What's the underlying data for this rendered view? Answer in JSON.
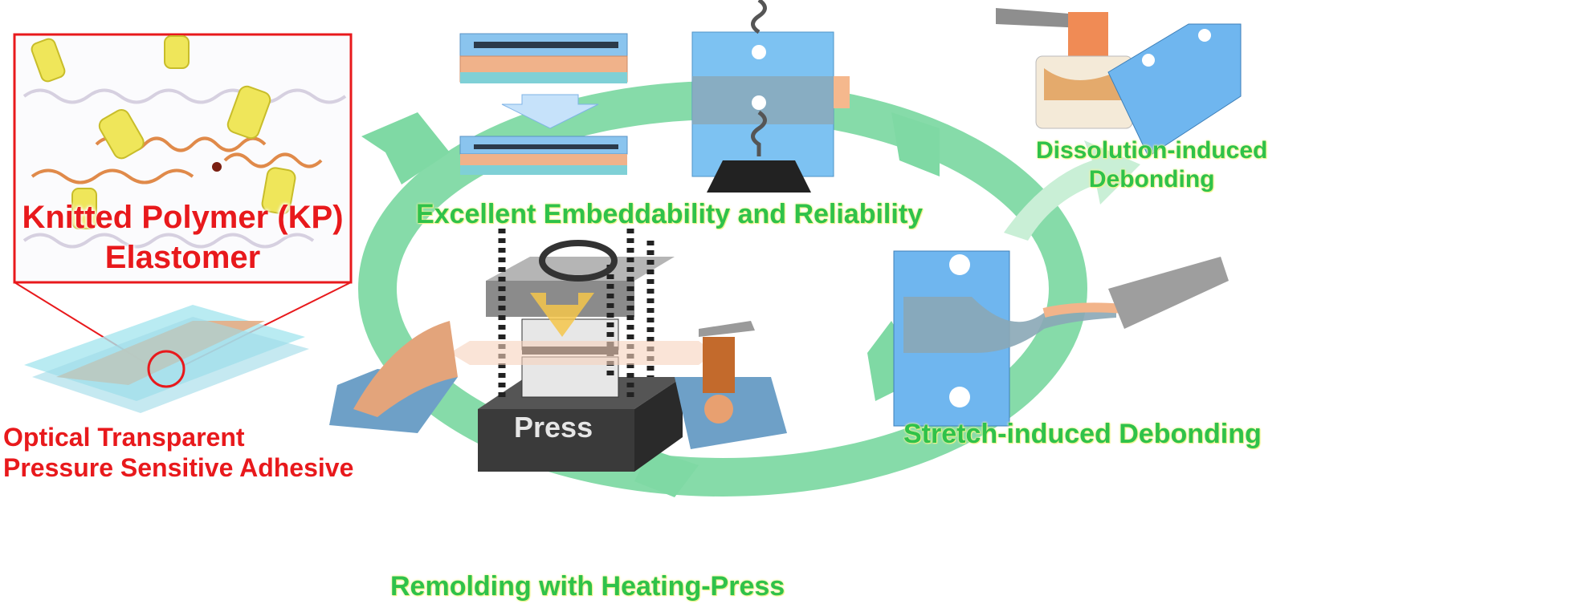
{
  "kp_box": {
    "line1": "Knitted Polymer (KP)",
    "line2": "Elastomer"
  },
  "adhesive": {
    "line1": "Optical Transparent",
    "line2": "Pressure Sensitive Adhesive"
  },
  "embeddability": "Excellent Embeddability and Reliability",
  "remolding": "Remolding with Heating-Press",
  "press_label": "Press",
  "stretch": "Stretch-induced Debonding",
  "dissolution": {
    "line1": "Dissolution-induced",
    "line2": "Debonding"
  },
  "colors": {
    "cycle_green": "#7fd9a4",
    "label_green": "#2fc24a",
    "label_red": "#e8191c",
    "glass_blue": "#6fb6ef",
    "film_orange": "#f2b48a"
  }
}
